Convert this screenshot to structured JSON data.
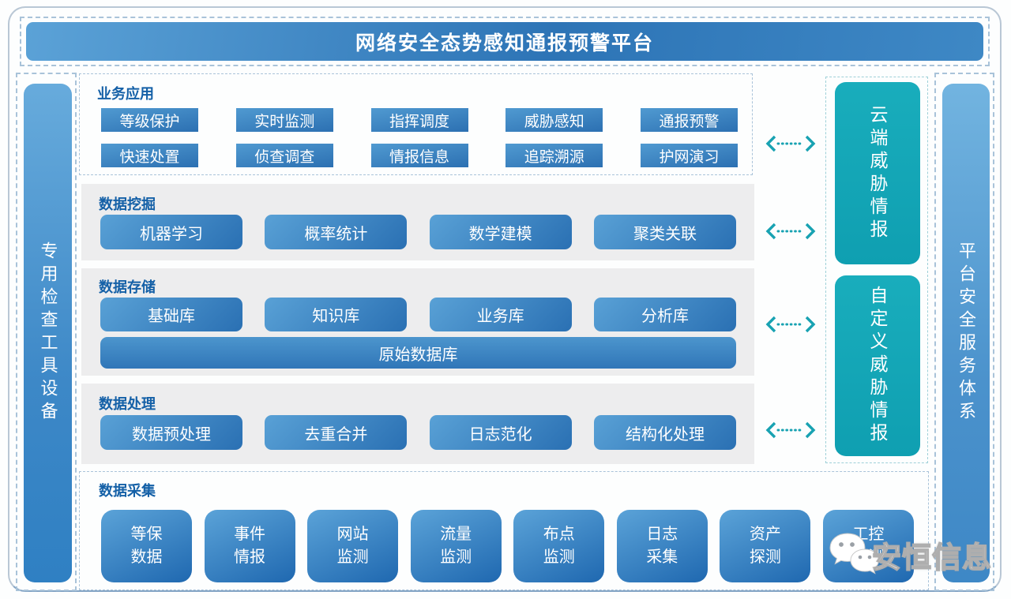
{
  "banner": {
    "title": "网络安全态势感知通报预警平台"
  },
  "side_left": {
    "label": "专用检查工具设备"
  },
  "side_right": {
    "label": "平台安全服务体系"
  },
  "sections": {
    "business": {
      "title": "业务应用",
      "row1": [
        "等级保护",
        "实时监测",
        "指挥调度",
        "威胁感知",
        "通报预警"
      ],
      "row2": [
        "快速处置",
        "侦查调查",
        "情报信息",
        "追踪溯源",
        "护网演习"
      ]
    },
    "mining": {
      "title": "数据挖掘",
      "items": [
        "机器学习",
        "概率统计",
        "数学建模",
        "聚类关联"
      ]
    },
    "storage": {
      "title": "数据存储",
      "items": [
        "基础库",
        "知识库",
        "业务库",
        "分析库"
      ],
      "full_item": "原始数据库"
    },
    "processing": {
      "title": "数据处理",
      "items": [
        "数据预处理",
        "去重合并",
        "日志范化",
        "结构化处理"
      ]
    },
    "collection": {
      "title": "数据采集",
      "items": [
        {
          "line1": "等保",
          "line2": "数据"
        },
        {
          "line1": "事件",
          "line2": "情报"
        },
        {
          "line1": "网站",
          "line2": "监测"
        },
        {
          "line1": "流量",
          "line2": "监测"
        },
        {
          "line1": "布点",
          "line2": "监测"
        },
        {
          "line1": "日志",
          "line2": "采集"
        },
        {
          "line1": "资产",
          "line2": "探测"
        },
        {
          "line1": "工控",
          "line2": "监测"
        }
      ]
    }
  },
  "threat_intel": {
    "cloud": "云端威胁情报",
    "custom": "自定义威胁情报"
  },
  "watermark": {
    "label": "安恒信息",
    "icon": "wechat-icon"
  },
  "colors": {
    "primary_blue": "#2e74b6",
    "light_blue": "#5aa1d6",
    "teal": "#14a7b7",
    "title_blue": "#1460a7",
    "section_gray": "#ededee",
    "dashed_border": "#a9c3d9"
  }
}
